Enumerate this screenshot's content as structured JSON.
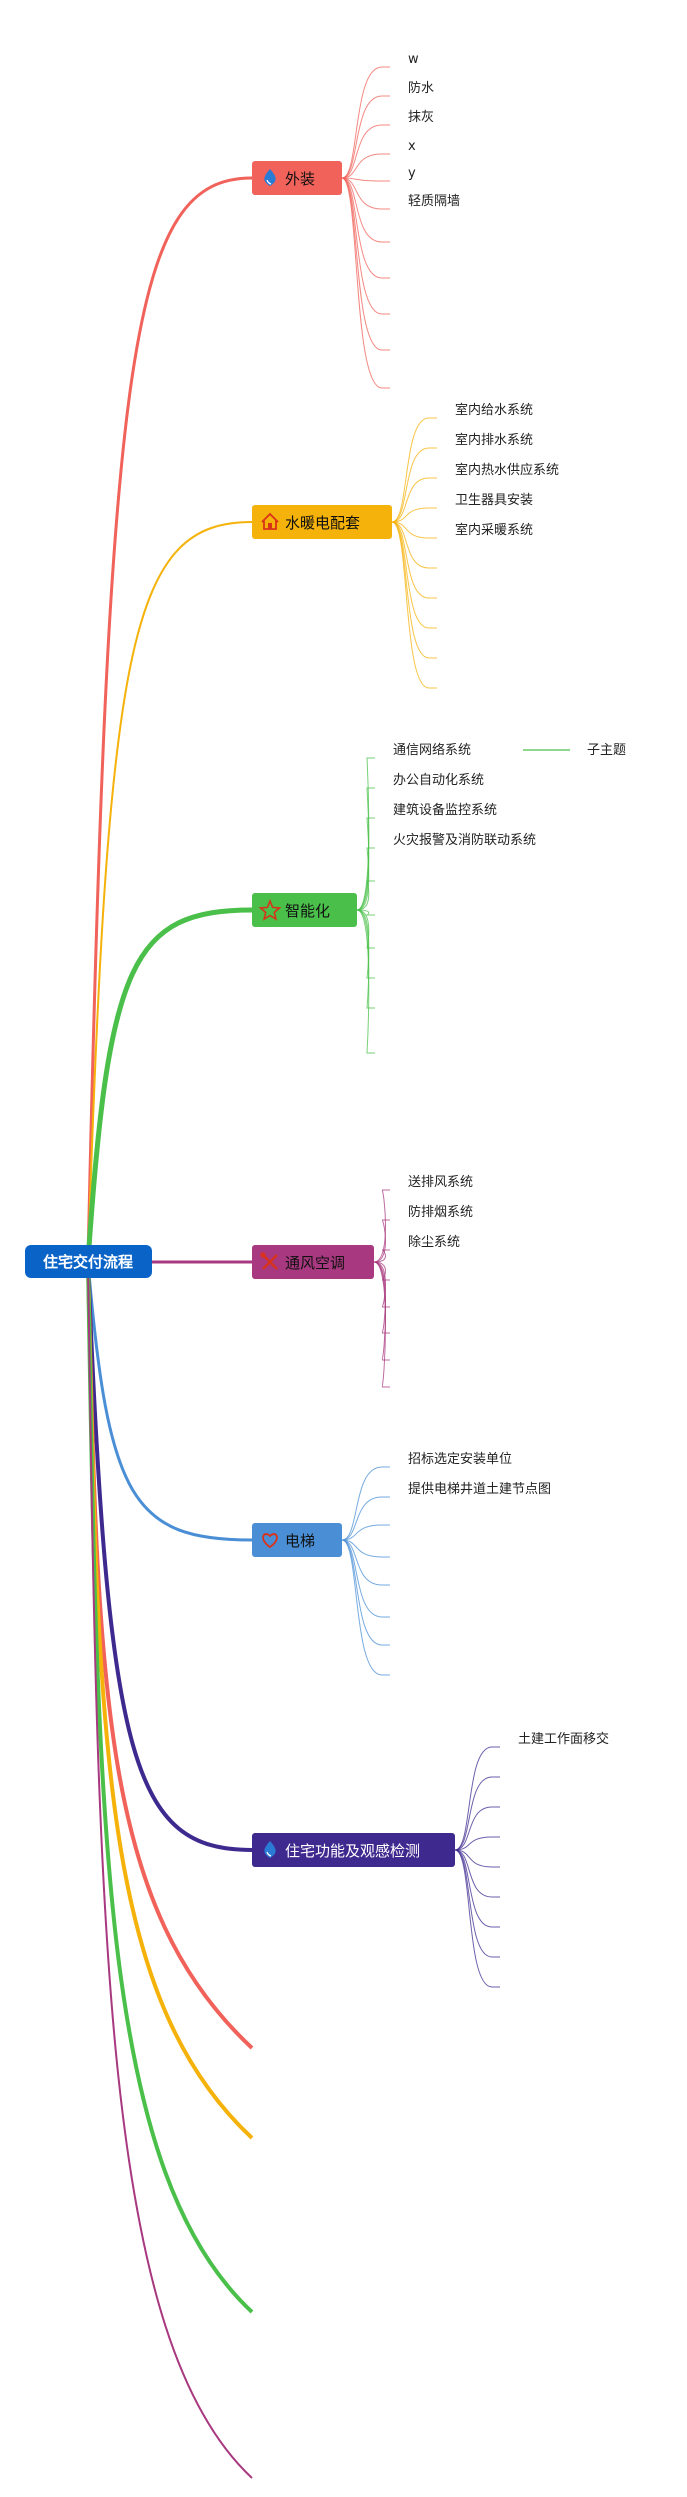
{
  "root": {
    "label": "住宅交付流程",
    "color": "#0a64c8"
  },
  "branches": [
    {
      "label": "外装",
      "icon": "water-drop-icon",
      "color": "#f0625a",
      "iconColor": "#2a7bd6",
      "children": [
        "w",
        "防水",
        "抹灰",
        "x",
        "y",
        "轻质隔墙",
        "",
        "",
        "",
        "",
        ""
      ]
    },
    {
      "label": "水暖电配套",
      "icon": "home-icon",
      "color": "#f5b20a",
      "iconColor": "#d9321a",
      "children": [
        "室内给水系统",
        "室内排水系统",
        "室内热水供应系统",
        "卫生器具安装",
        "室内采暖系统",
        "",
        "",
        "",
        "",
        ""
      ]
    },
    {
      "label": "智能化",
      "icon": "star-icon",
      "color": "#4ac04a",
      "iconColor": "#d9321a",
      "children": [
        "通信网络系统",
        "办公自动化系统",
        "建筑设备监控系统",
        "火灾报警及消防联动系统",
        "",
        "",
        "",
        "",
        "",
        ""
      ],
      "subtopic": "子主题"
    },
    {
      "label": "通风空调",
      "icon": "tools-icon",
      "color": "#a8387f",
      "iconColor": "#d9321a",
      "children": [
        "送排风系统",
        "防排烟系统",
        "除尘系统",
        "",
        "",
        "",
        "",
        ""
      ]
    },
    {
      "label": "电梯",
      "icon": "heart-icon",
      "color": "#4a8fd6",
      "iconColor": "#d9321a",
      "children": [
        "招标选定安装单位",
        "提供电梯井道土建节点图",
        "",
        "",
        "",
        "",
        "",
        ""
      ]
    },
    {
      "label": "住宅功能及观感检测",
      "icon": "water-drop-icon",
      "color": "#3e2a8f",
      "iconColor": "#2a7bd6",
      "children": [
        "土建工作面移交",
        "",
        "",
        "",
        "",
        "",
        "",
        "",
        ""
      ]
    }
  ],
  "tails": [
    {
      "color": "#f0625a"
    },
    {
      "color": "#f5b20a"
    },
    {
      "color": "#4ac04a"
    },
    {
      "color": "#a8387f"
    }
  ]
}
